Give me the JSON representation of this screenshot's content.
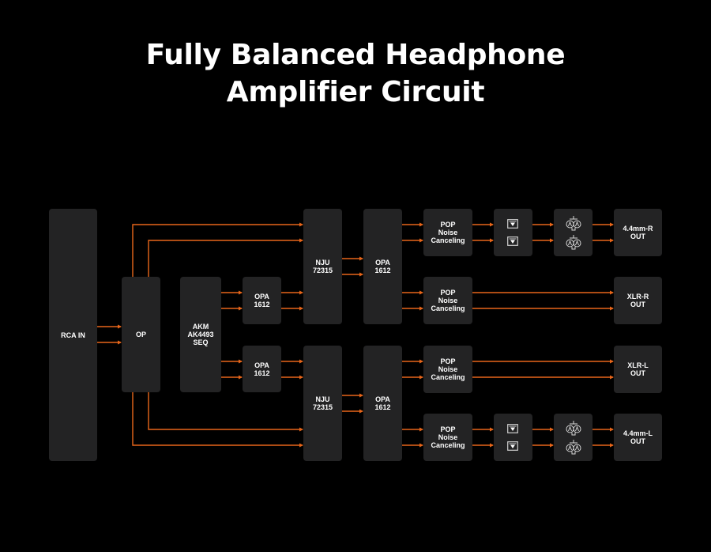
{
  "title": {
    "line1": "Fully Balanced Headphone",
    "line2": "Amplifier Circuit"
  },
  "colors": {
    "background": "#000000",
    "block": "#232324",
    "wire": "#e8661a",
    "text": "#ffffff"
  },
  "blocks": {
    "rca_in": [
      "RCA IN"
    ],
    "op": [
      "OP"
    ],
    "akm": [
      "AKM",
      "AK4493",
      "SEQ"
    ],
    "opa_small_top": [
      "OPA",
      "1612"
    ],
    "opa_small_bottom": [
      "OPA",
      "1612"
    ],
    "nju_top": [
      "NJU",
      "72315"
    ],
    "nju_bottom": [
      "NJU",
      "72315"
    ],
    "opa_big_top": [
      "OPA",
      "1612"
    ],
    "opa_big_bottom": [
      "OPA",
      "1612"
    ],
    "pop_1": [
      "POP",
      "Noise",
      "Canceling"
    ],
    "pop_2": [
      "POP",
      "Noise",
      "Canceling"
    ],
    "pop_3": [
      "POP",
      "Noise",
      "Canceling"
    ],
    "pop_4": [
      "POP",
      "Noise",
      "Canceling"
    ],
    "out_44r": [
      "4.4mm-R",
      "OUT"
    ],
    "out_xlrr": [
      "XLR-R",
      "OUT"
    ],
    "out_xlrl": [
      "XLR-L",
      "OUT"
    ],
    "out_44l": [
      "4.4mm-L",
      "OUT"
    ]
  },
  "icons": {
    "filter": "filter-icon",
    "amplifier": "amplifier-icon"
  }
}
